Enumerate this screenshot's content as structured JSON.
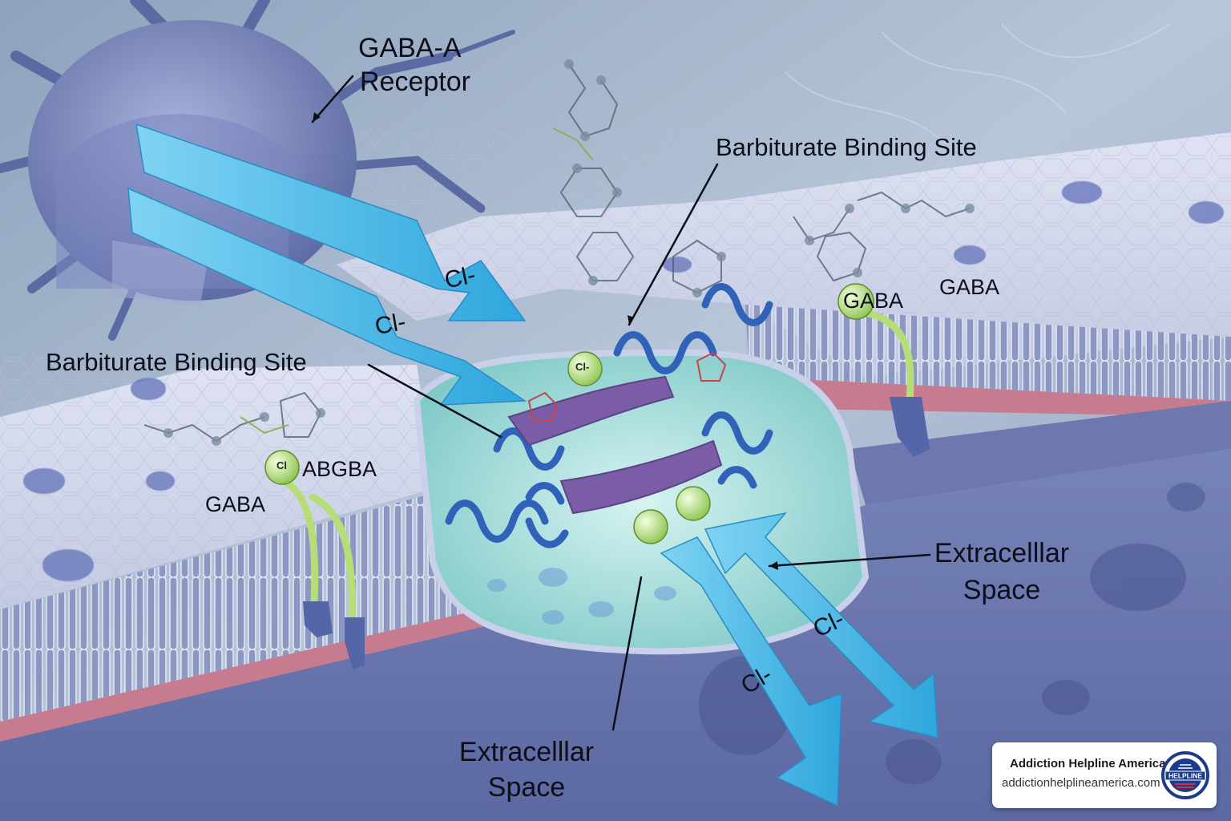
{
  "labels": {
    "gaba_a": "GABA-A",
    "receptor": "Receptor",
    "barb_site_top": "Barbiturate Binding Site",
    "barb_site_left": "Barbiturate Binding Site",
    "extra_right_1": "Extracelllar",
    "extra_right_2": "Space",
    "extra_bottom_1": "Extracelllar",
    "extra_bottom_2": "Space"
  },
  "ions": {
    "cl_1": "Cl-",
    "cl_2": "Cl-",
    "cl_3": "Cl-",
    "cl_4": "Cl-",
    "cl_small": "Cl-"
  },
  "gaba": {
    "right_1": "GABA",
    "right_2": "GABA",
    "left_1": "GABA",
    "left_2": "ABGBA",
    "left_ion": "Cl"
  },
  "brand": {
    "name": "Addiction Helpline America",
    "url": "addictionhelplineamerica.com",
    "logo_text": "HELPLINE"
  },
  "colors": {
    "arrow": "#41b6e6",
    "membrane": "#c8cfe6",
    "helix": "#2f62b8",
    "gaba_ball": "#b6dd78",
    "accent_pink": "#c77b8e"
  }
}
